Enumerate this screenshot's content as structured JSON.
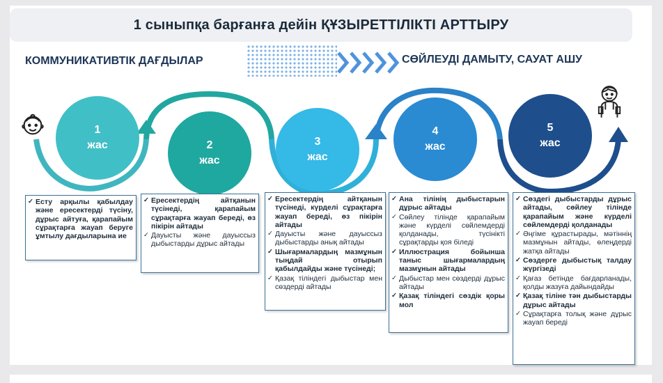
{
  "title": "1 сыныпқа барғанға дейін ҚҰЗЫРЕТТІЛІКТІ  АРТТЫРУ",
  "headings": {
    "left": "КОММУНИКАТИВТІК ДАҒДЫЛАР",
    "right": "СӨЙЛЕУДІ ДАМЫТУ, САУАТ АШУ"
  },
  "stages": [
    {
      "num": "1",
      "label": "жас",
      "color": "#41bfc6"
    },
    {
      "num": "2",
      "label": "жас",
      "color": "#1fa89f"
    },
    {
      "num": "3",
      "label": "жас",
      "color": "#35b9e6"
    },
    {
      "num": "4",
      "label": "жас",
      "color": "#2a8bd2"
    },
    {
      "num": "5",
      "label": "жас",
      "color": "#1e4e8c"
    }
  ],
  "colors": {
    "flow_teal": "#3fb6bf",
    "flow_blue": "#2a82c8",
    "flow_navy": "#1e4e8c",
    "box_border": "#3a6f95"
  },
  "boxes": [
    {
      "items": [
        "Есту арқылы қабылдау және ересектерді түсіну, дұрыс айтуға, қарапайым сұрақтарға жауап беруге ұмтылу дағдыларына ие"
      ]
    },
    {
      "items": [
        "Ересектердің айтқанын түсінеді, қарапайым сұрақтарға жауап береді, өз пікірін айтады",
        "Дауысты және дауыссыз дыбыстарды дұрыс айтады"
      ]
    },
    {
      "items": [
        "Ересектердің айтқанын түсінеді, күрделі сұрақтарға жауап береді, өз пікірін айтады",
        "Дауысты және дауыссыз дыбыстарды анық айтады",
        "Шығармалардың мазмұнын тыңдай отырып қабылдайды және түсінеді;",
        "Қазақ тіліндегі дыбыстар мен сөздерді айтады"
      ]
    },
    {
      "items": [
        "Ана тілінің дыбыстарын дұрыс айтады",
        "Сөйлеу тілінде қарапайым және күрделі сөйлемдерді қолданады, түсінікті сұрақтарды қоя біледі",
        "Иллюстрация бойынша таныс шығармалардың мазмұнын айтады",
        "Дыбыстар мен сөздерді дұрыс айтады",
        "Қазақ тіліндегі сөздік қоры мол"
      ]
    },
    {
      "items": [
        "Сөздегі дыбыстарды дұрыс айтады, сөйлеу тілінде қарапайым және күрделі сөйлемдерді қолданады",
        "Әңгіме құрастырады, мәтіннің мазмұнын айтады, өлеңдерді жатқа айтады",
        "Сөздерге дыбыстық талдау жүргізеді",
        "Қағаз бетінде бағдарланады, қолды жазуға дайындайды",
        "Қазақ тіліне тән дыбыстарды дұрыс айтады",
        "Сұрақтарға толық және дұрыс жауап береді"
      ]
    }
  ],
  "icons": [
    "baby-face-icon",
    "schoolchild-icon",
    "chevron-arrows-icon"
  ]
}
